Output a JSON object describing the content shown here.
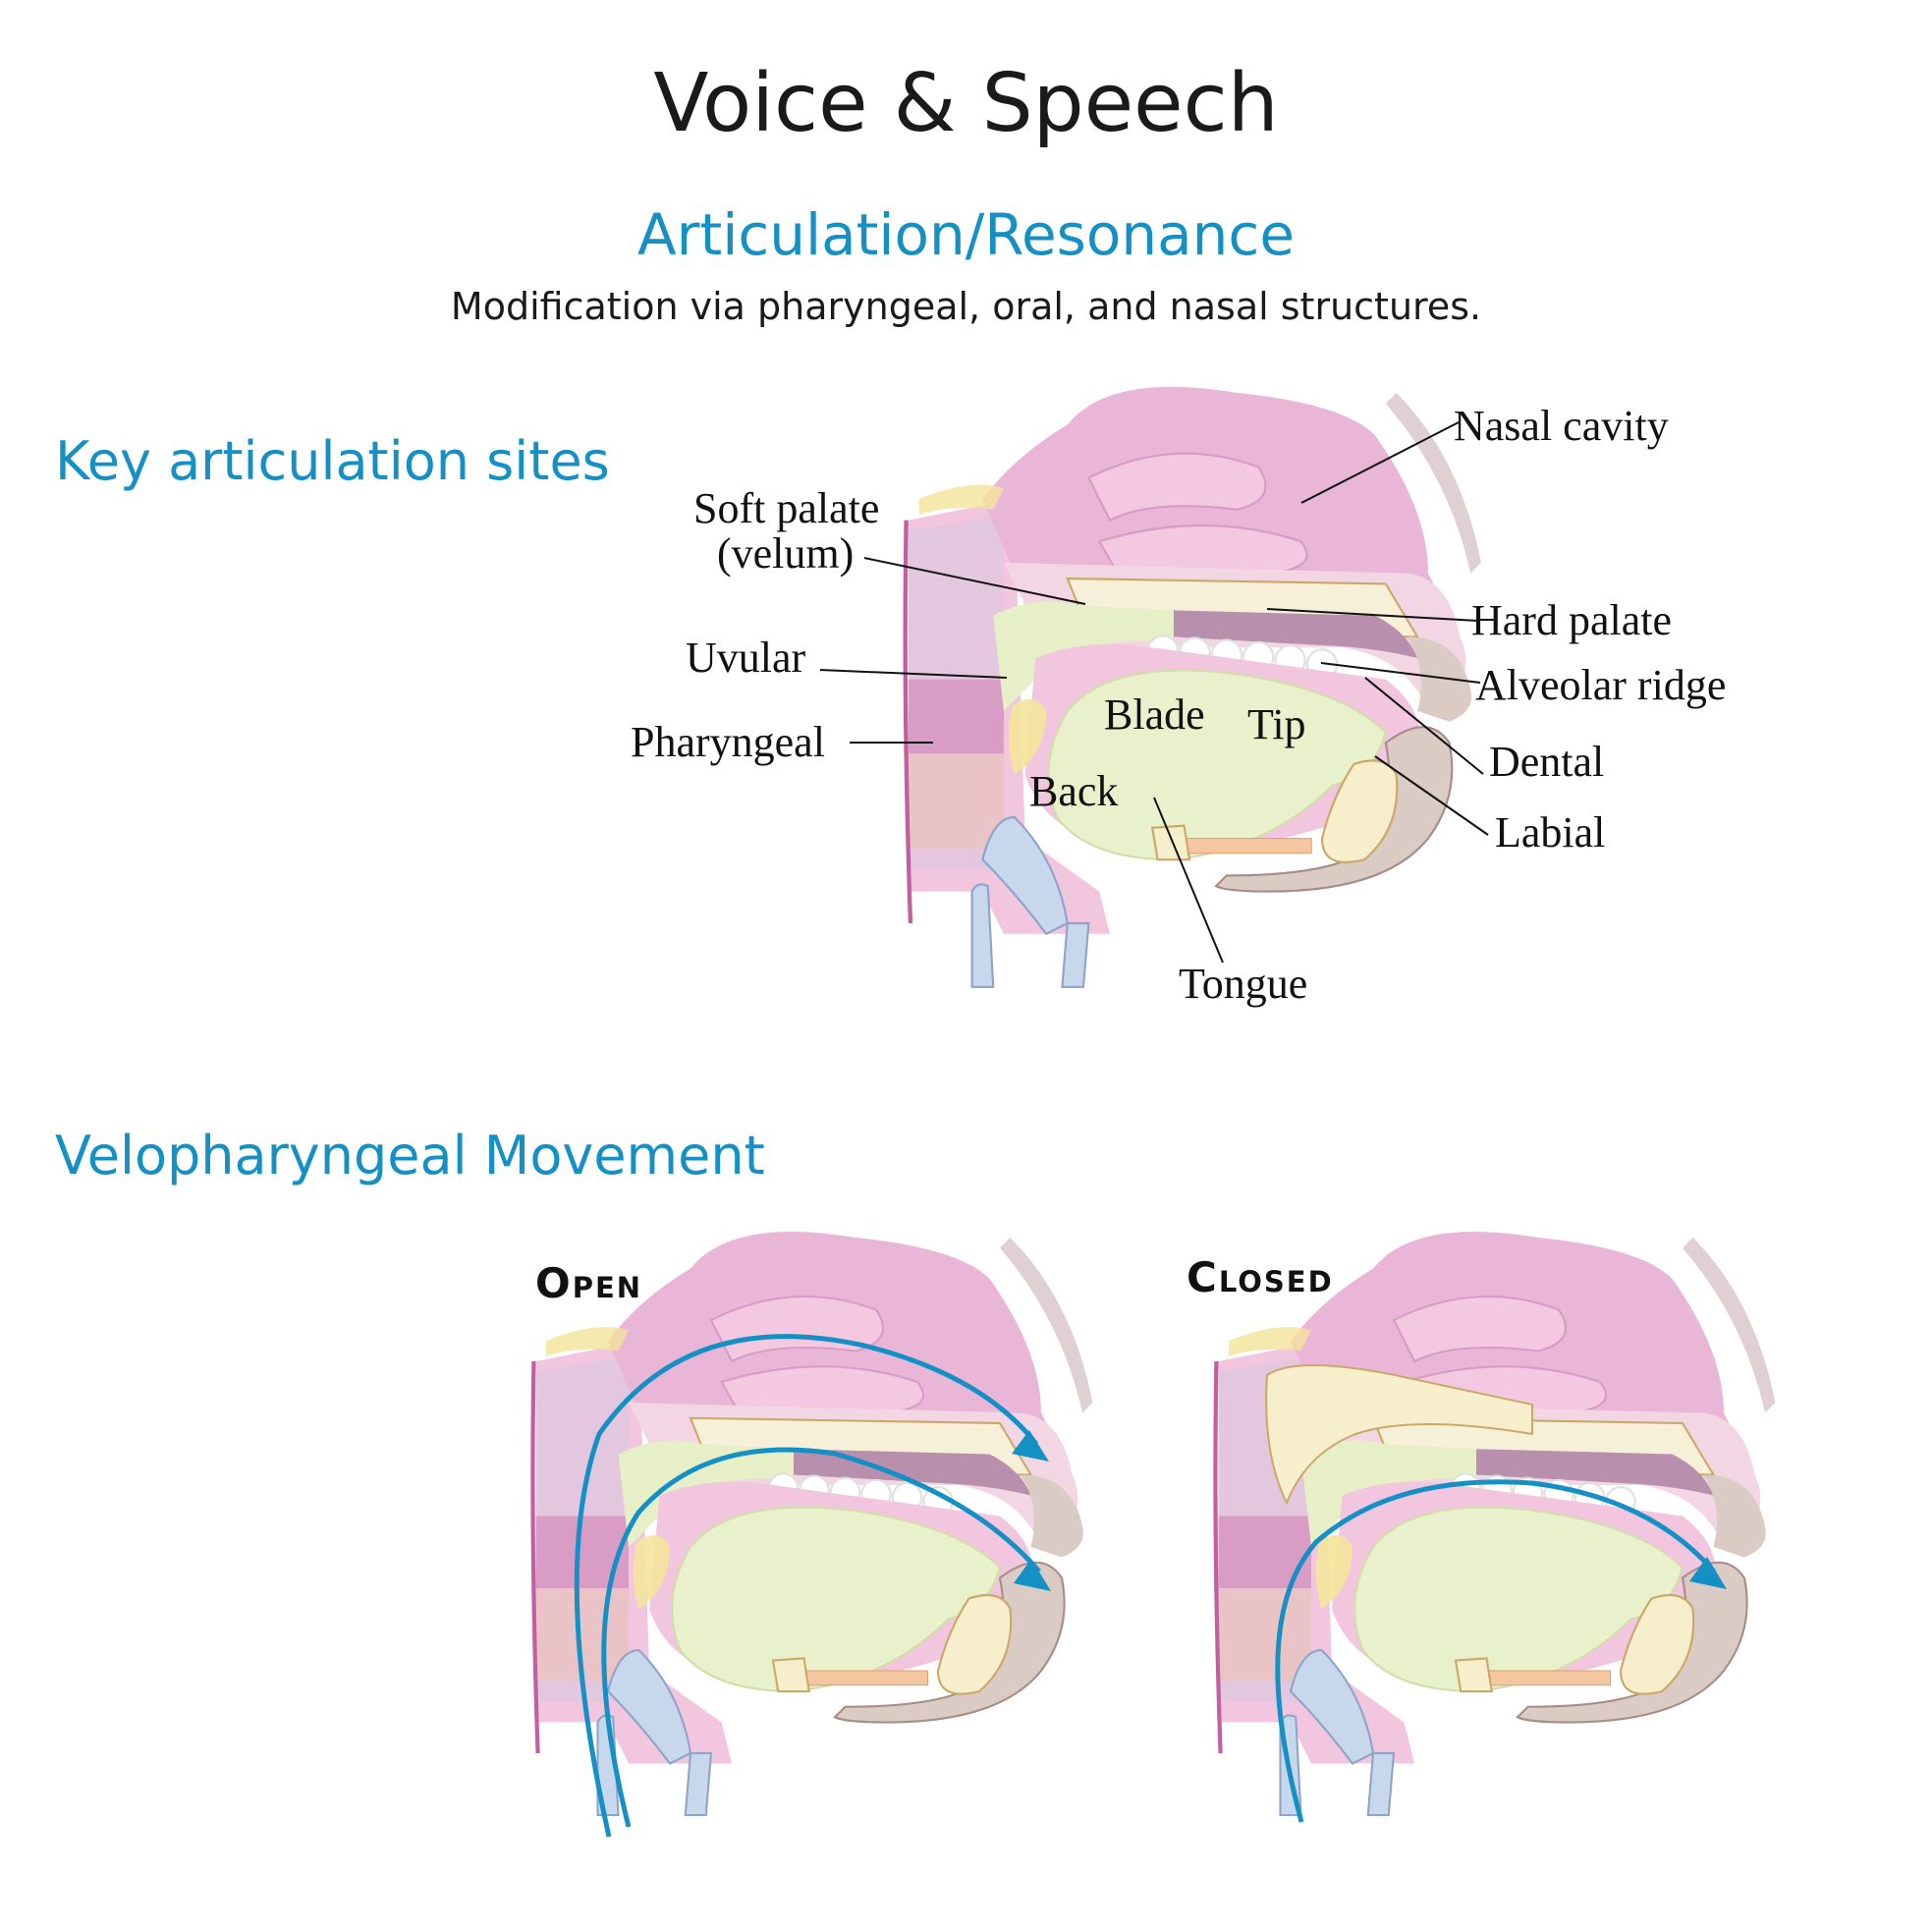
{
  "header": {
    "title": "Voice & Speech",
    "subtitle": "Articulation/Resonance",
    "description": "Modification via pharyngeal, oral, and nasal structures."
  },
  "sections": {
    "articulation_sites": "Key articulation sites",
    "velopharyngeal": "Velopharyngeal Movement"
  },
  "labels": {
    "nasal_cavity": "Nasal cavity",
    "soft_palate_1": "Soft palate",
    "soft_palate_2": "(velum)",
    "hard_palate": "Hard palate",
    "uvular": "Uvular",
    "alveolar_ridge": "Alveolar ridge",
    "pharyngeal": "Pharyngeal",
    "blade": "Blade",
    "tip": "Tip",
    "dental": "Dental",
    "back": "Back",
    "labial": "Labial",
    "tongue": "Tongue"
  },
  "states": {
    "open": "Open",
    "closed": "Closed"
  },
  "colors": {
    "accent": "#1590c4",
    "tissue_pink": "#f2c6de",
    "nasal_pink": "#eab6d8",
    "tongue_green": "#e8f0cc",
    "palate_purple": "#b890ad"
  }
}
